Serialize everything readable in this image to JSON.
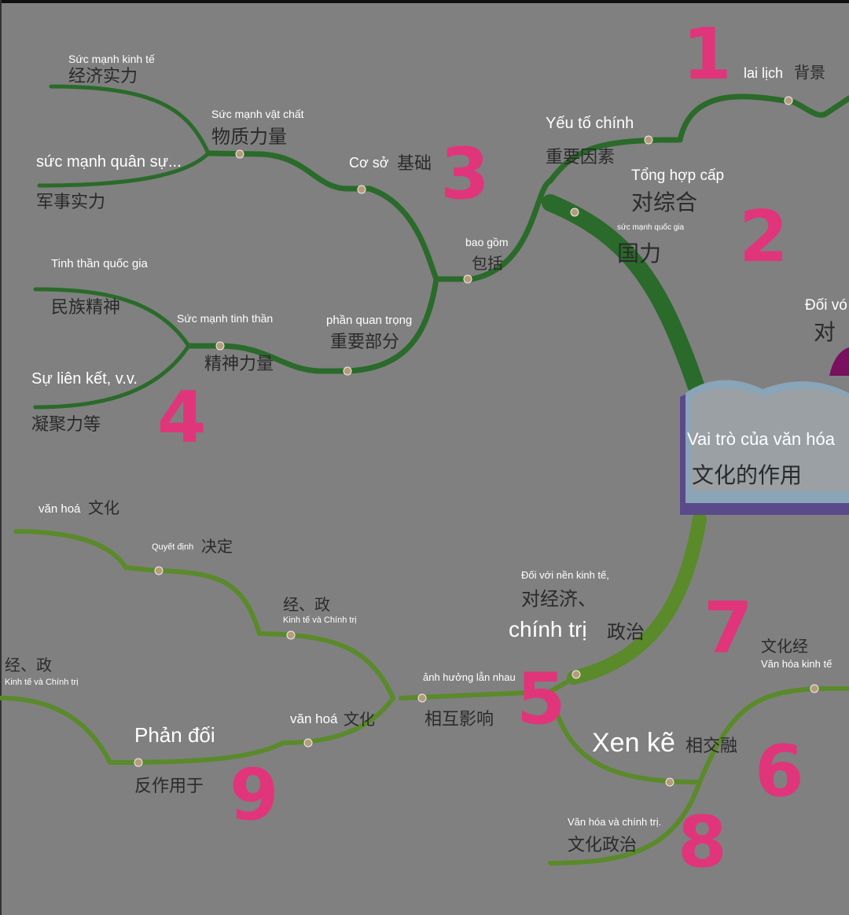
{
  "center": {
    "label": "Vai trò của văn hóa",
    "zh": "文化的作用"
  },
  "colors": {
    "background": "#808080",
    "branch_dark": "#2a6a2a",
    "branch_light": "#5a8a2a",
    "annotation": "#e0357a",
    "book": "#6a5a9a"
  },
  "nodes": {
    "lai_lich": {
      "label": "lai lịch",
      "zh": "背景"
    },
    "yeu_to_chinh": {
      "label": "Yếu tố chính",
      "zh": "重要因素"
    },
    "tong_hop": {
      "label": "Tổng hợp cấp",
      "zh": "对综合"
    },
    "suc_manh_quoc_gia": {
      "label": "sức mạnh quốc gia",
      "zh": "国力"
    },
    "bao_gom": {
      "label": "bao gồm",
      "zh": "包括"
    },
    "co_so": {
      "label": "Cơ sở",
      "zh": "基础"
    },
    "suc_manh_vat_chat": {
      "label": "Sức mạnh vật chất",
      "zh": "物质力量"
    },
    "suc_manh_kinh_te": {
      "label": "Sức mạnh kinh tế",
      "zh": "经济实力"
    },
    "suc_manh_quan_su": {
      "label": "sức mạnh quân sự...",
      "zh": "军事实力"
    },
    "phan_quan_trong": {
      "label": "phần quan trọng",
      "zh": "重要部分"
    },
    "suc_manh_tinh_than": {
      "label": "Sức mạnh tinh thần",
      "zh": "精神力量"
    },
    "tinh_than_quoc_gia": {
      "label": "Tinh thần quốc gia",
      "zh": "民族精神"
    },
    "su_lien_ket": {
      "label": "Sự liên kết, v.v.",
      "zh": "凝聚力等"
    },
    "doi_voi": {
      "label": "Đối vó",
      "zh": "对"
    },
    "doi_voi_kinh_te": {
      "label": "Đối với nền kinh tế,",
      "zh": "对经济、"
    },
    "chinh_tri": {
      "label": "chính trị",
      "zh": "政治"
    },
    "anh_huong": {
      "label": "ảnh hưởng lẫn nhau",
      "zh": "相互影响"
    },
    "van_hoa_1": {
      "label": "văn hoá",
      "zh": "文化"
    },
    "quyet_dinh": {
      "label": "Quyết định",
      "zh": "决定"
    },
    "kinh_te_chinh_tri_1": {
      "label": "Kinh tế và Chính trị",
      "zh": "经、政"
    },
    "kinh_te_chinh_tri_2": {
      "label": "Kinh tế và Chính trị",
      "zh": "经、政"
    },
    "van_hoa_2": {
      "label": "văn hoá",
      "zh": "文化"
    },
    "phan_doi": {
      "label": "Phản đối",
      "zh": "反作用于"
    },
    "xen_ke": {
      "label": "Xen kẽ",
      "zh": "相交融"
    },
    "van_hoa_kinh_te": {
      "label": "Văn hóa kinh tế",
      "zh": "文化经"
    },
    "van_hoa_chinh_tri": {
      "label": "Văn hóa và chính trị.",
      "zh": "文化政治"
    }
  },
  "annotations": [
    "1",
    "2",
    "3",
    "4",
    "5",
    "6",
    "7",
    "8",
    "9"
  ]
}
